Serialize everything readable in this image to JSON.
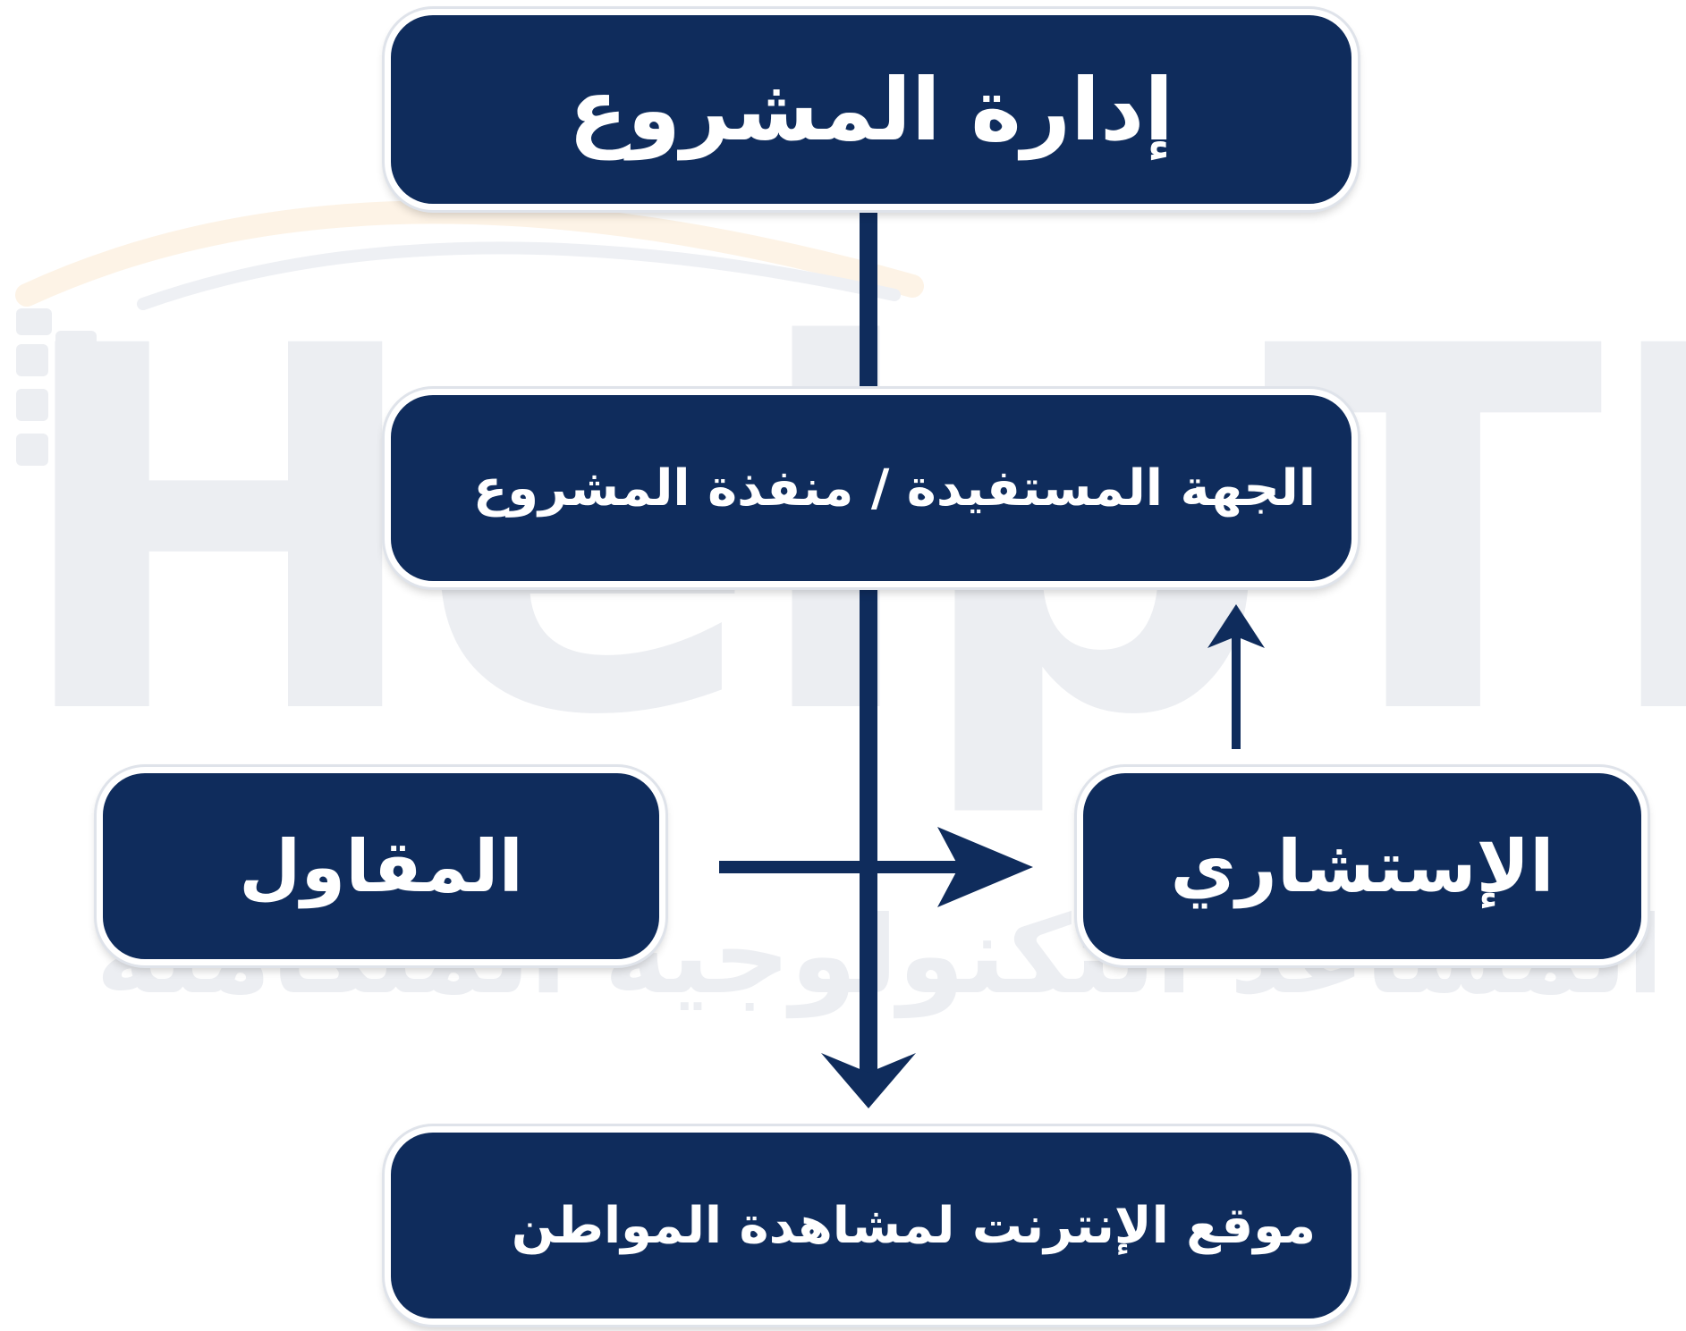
{
  "diagram": {
    "colors": {
      "node_fill": "#0f2c5c",
      "node_text": "#ffffff",
      "node_border": "#ffffff",
      "arrow": "#0f2c5c",
      "watermark_gray": "#eceef2",
      "watermark_orange": "#fdf3e6"
    },
    "nodes": {
      "management": "إدارة المشروع",
      "beneficiary": "الجهة المستفيدة / منفذة المشروع",
      "contractor": "المقاول",
      "consultant": "الإستشاري",
      "website": "موقع الإنترنت لمشاهدة المواطن"
    },
    "edges": [
      {
        "from": "management",
        "to": "beneficiary",
        "style": "line"
      },
      {
        "from": "beneficiary",
        "to": "website",
        "style": "arrow"
      },
      {
        "from": "contractor",
        "to": "consultant",
        "style": "arrow"
      },
      {
        "from": "consultant",
        "to": "beneficiary",
        "style": "arrow"
      }
    ],
    "watermark": {
      "brand": "HelpTK",
      "tagline": "المساعد التكنولوجية المتكاملة"
    }
  }
}
